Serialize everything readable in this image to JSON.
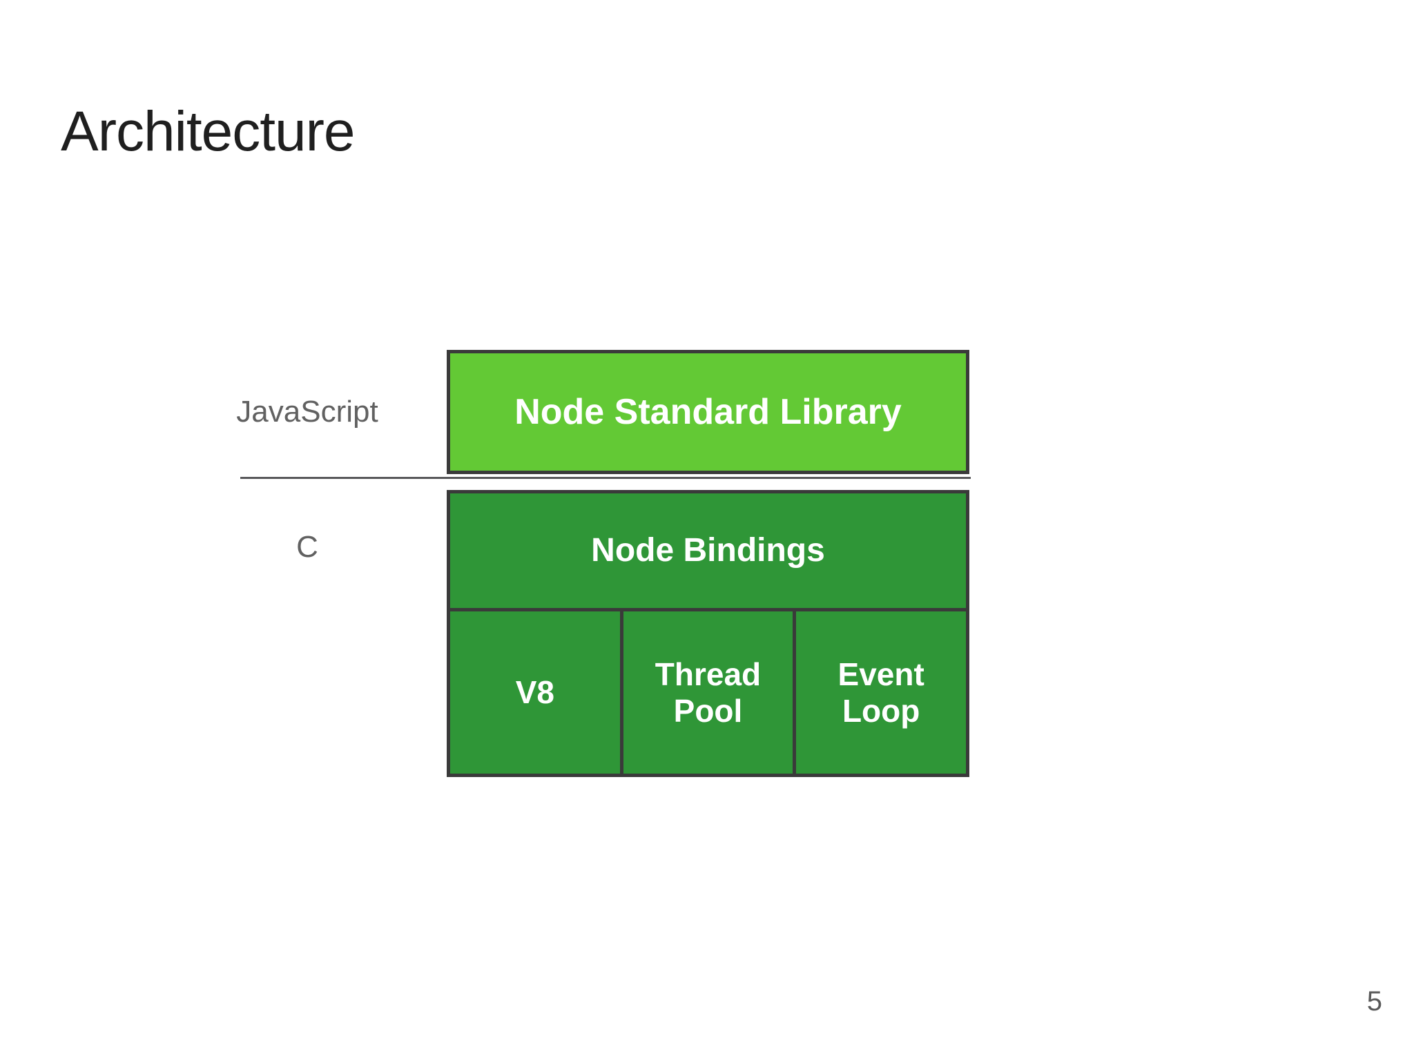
{
  "title": "Architecture",
  "page_number": "5",
  "colors": {
    "light_green": "#63C935",
    "dark_green": "#2F9637",
    "border": "#3A3A3A",
    "divider": "#58585A",
    "label_gray": "#616161",
    "title_color": "#1F1F1F",
    "page_num_gray": "#595959",
    "slide_bg": "#FFFFFF"
  },
  "diagram": {
    "layer_labels": {
      "javascript": "JavaScript",
      "c": "C"
    },
    "boxes": {
      "node_std_lib": "Node Standard Library",
      "node_bindings": "Node Bindings",
      "v8": "V8",
      "thread_pool": "Thread Pool",
      "event_loop": "Event Loop"
    }
  }
}
